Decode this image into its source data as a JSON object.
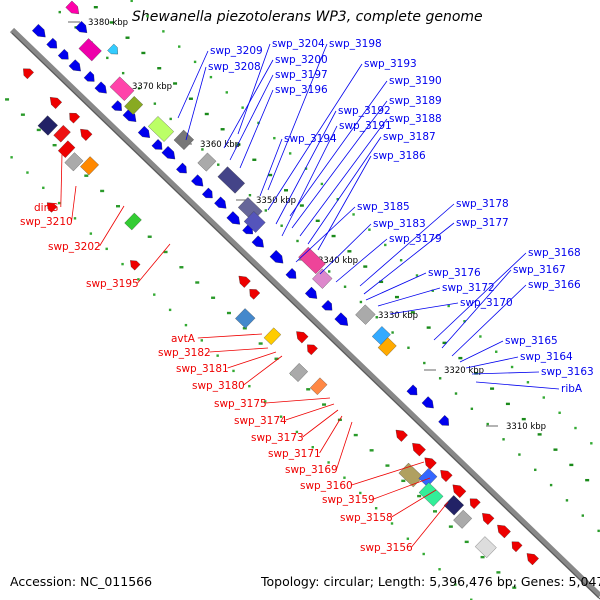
{
  "title": "Shewanella piezotolerans WP3, complete genome",
  "footer": {
    "accession": "Accession: NC_011566",
    "summary": "Topology: circular; Length: 5,396,476 bp; Genes: 5,047"
  },
  "colors": {
    "backbone": "#888888",
    "forward": "#0000ff",
    "reverse": "#ff0000",
    "gc_dots": "#33aa33"
  },
  "ticks": [
    "3380 kbp",
    "3370 kbp",
    "3360 kbp",
    "3350 kbp",
    "3340 kbp",
    "3330 kbp",
    "3320 kbp",
    "3310 kbp"
  ],
  "forward_labels": [
    "swp_3209",
    "swp_3208",
    "swp_3204",
    "swp_3200",
    "swp_3197",
    "swp_3196",
    "swp_3198",
    "swp_3193",
    "swp_3190",
    "swp_3192",
    "swp_3189",
    "swp_3191",
    "swp_3194",
    "swp_3188",
    "swp_3187",
    "swp_3186",
    "swp_3185",
    "swp_3183",
    "swp_3179",
    "swp_3178",
    "swp_3177",
    "swp_3176",
    "swp_3172",
    "swp_3170",
    "swp_3168",
    "swp_3167",
    "swp_3166",
    "swp_3165",
    "swp_3164",
    "swp_3163",
    "ribA"
  ],
  "reverse_labels": [
    "dinG",
    "swp_3210",
    "swp_3202",
    "swp_3195",
    "avtA",
    "swp_3182",
    "swp_3181",
    "swp_3180",
    "swp_3175",
    "swp_3174",
    "swp_3173",
    "swp_3171",
    "swp_3169",
    "swp_3160",
    "swp_3159",
    "swp_3158",
    "swp_3156"
  ]
}
